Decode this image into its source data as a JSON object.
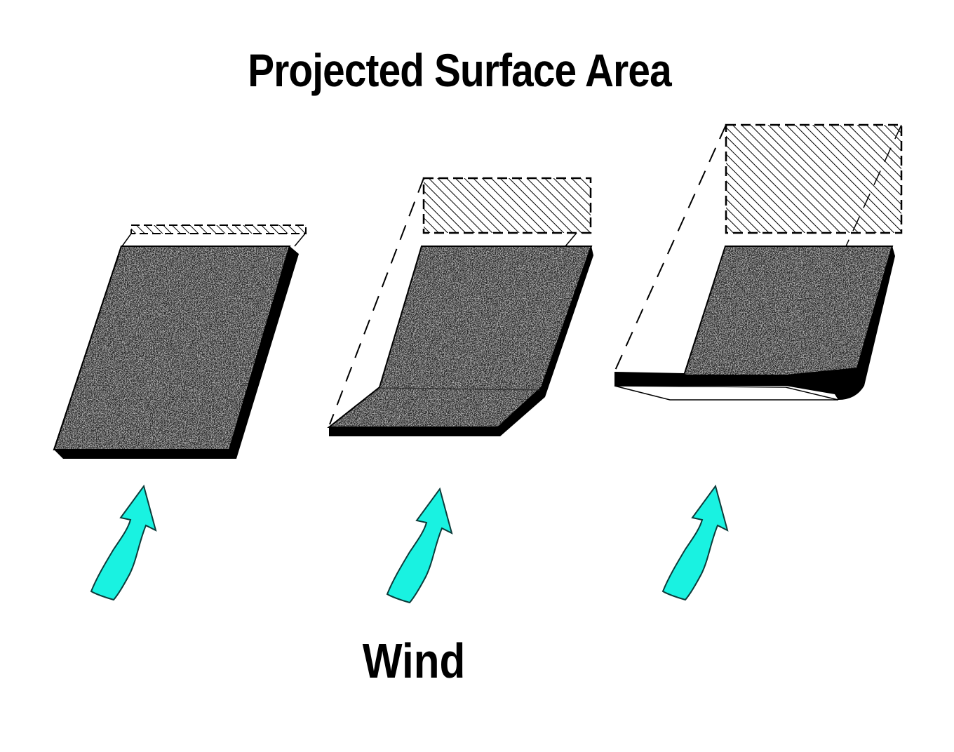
{
  "title": "Projected Surface Area",
  "wind_label": "Wind",
  "colors": {
    "arrow_fill": "#19f2e1",
    "outline": "#000000",
    "background": "#ffffff"
  },
  "panels": [
    {
      "id": "flat",
      "shape": "flat-sheet"
    },
    {
      "id": "partly-bent",
      "shape": "bent-sheet"
    },
    {
      "id": "fully-bent",
      "shape": "curled-sheet"
    }
  ],
  "icons": [
    "wind-arrow-icon",
    "wind-arrow-icon",
    "wind-arrow-icon"
  ]
}
